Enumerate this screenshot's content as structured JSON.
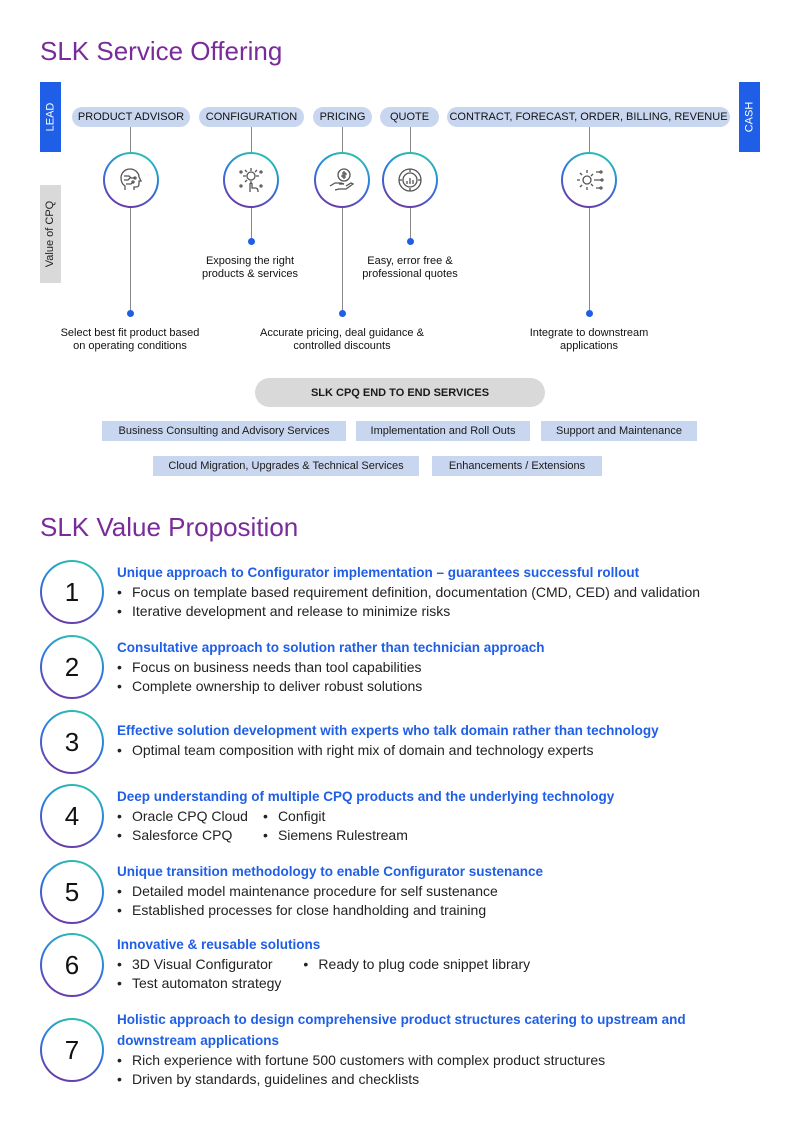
{
  "section1": {
    "title": "SLK Service Offering",
    "lead_label": "LEAD",
    "cash_label": "CASH",
    "value_label": "Value of CPQ",
    "stages": [
      "PRODUCT ADVISOR",
      "CONFIGURATION",
      "PRICING",
      "QUOTE",
      "CONTRACT, FORECAST, ORDER, BILLING, REVENUE"
    ],
    "icons": [
      "ai-head-icon",
      "configuration-touch-icon",
      "pricing-hand-coin-icon",
      "quote-chart-icon",
      "integration-gear-icon"
    ],
    "captions": {
      "product_advisor": [
        "Select best fit product based",
        "on operating conditions"
      ],
      "configuration": [
        "Exposing the right",
        "products & services"
      ],
      "pricing": [
        "Accurate pricing, deal guidance &",
        "controlled discounts"
      ],
      "quote": [
        "Easy, error free &",
        "professional quotes"
      ],
      "contract": [
        "Integrate to downstream",
        "applications"
      ]
    },
    "e2e_title": "SLK CPQ END TO END SERVICES",
    "services_row1": [
      "Business Consulting and Advisory Services",
      "Implementation and Roll Outs",
      "Support and Maintenance"
    ],
    "services_row2": [
      "Cloud Migration, Upgrades & Technical Services",
      "Enhancements / Extensions"
    ]
  },
  "section2": {
    "title": "SLK Value Proposition",
    "items": [
      {
        "number": "1",
        "title": "Unique approach to Configurator implementation – guarantees successful rollout",
        "bullets": [
          "Focus on template based requirement definition, documentation (CMD, CED) and validation",
          "Iterative development and release to minimize risks"
        ]
      },
      {
        "number": "2",
        "title": "Consultative approach to solution rather than technician approach",
        "bullets": [
          "Focus on business needs than tool capabilities",
          "Complete ownership to deliver robust solutions"
        ]
      },
      {
        "number": "3",
        "title": "Effective solution development with experts who talk domain rather than technology",
        "bullets": [
          "Optimal team composition with right mix of domain and technology experts"
        ]
      },
      {
        "number": "4",
        "title": "Deep understanding of multiple CPQ products and the underlying technology",
        "col1": [
          "Oracle CPQ Cloud",
          "Salesforce CPQ"
        ],
        "col2": [
          "Configit",
          "Siemens Rulestream"
        ]
      },
      {
        "number": "5",
        "title": "Unique transition methodology to enable Configurator sustenance",
        "bullets": [
          "Detailed model maintenance procedure for self sustenance",
          "Established processes for close handholding and training"
        ]
      },
      {
        "number": "6",
        "title": "Innovative & reusable solutions",
        "col1": [
          "3D Visual Configurator",
          "Test automaton strategy"
        ],
        "col2": [
          "Ready to plug code snippet library"
        ]
      },
      {
        "number": "7",
        "title_line1": "Holistic approach to design comprehensive product structures catering to upstream and",
        "title_line2": "downstream applications",
        "bullets": [
          "Rich experience with fortune 500 customers with complex product structures",
          "Driven by standards, guidelines and checklists"
        ]
      }
    ]
  },
  "colors": {
    "heading": "#7a2b9a",
    "accent_blue": "#1f5ee6",
    "pill": "#c9d6f0",
    "gray": "#d9d9d9"
  }
}
